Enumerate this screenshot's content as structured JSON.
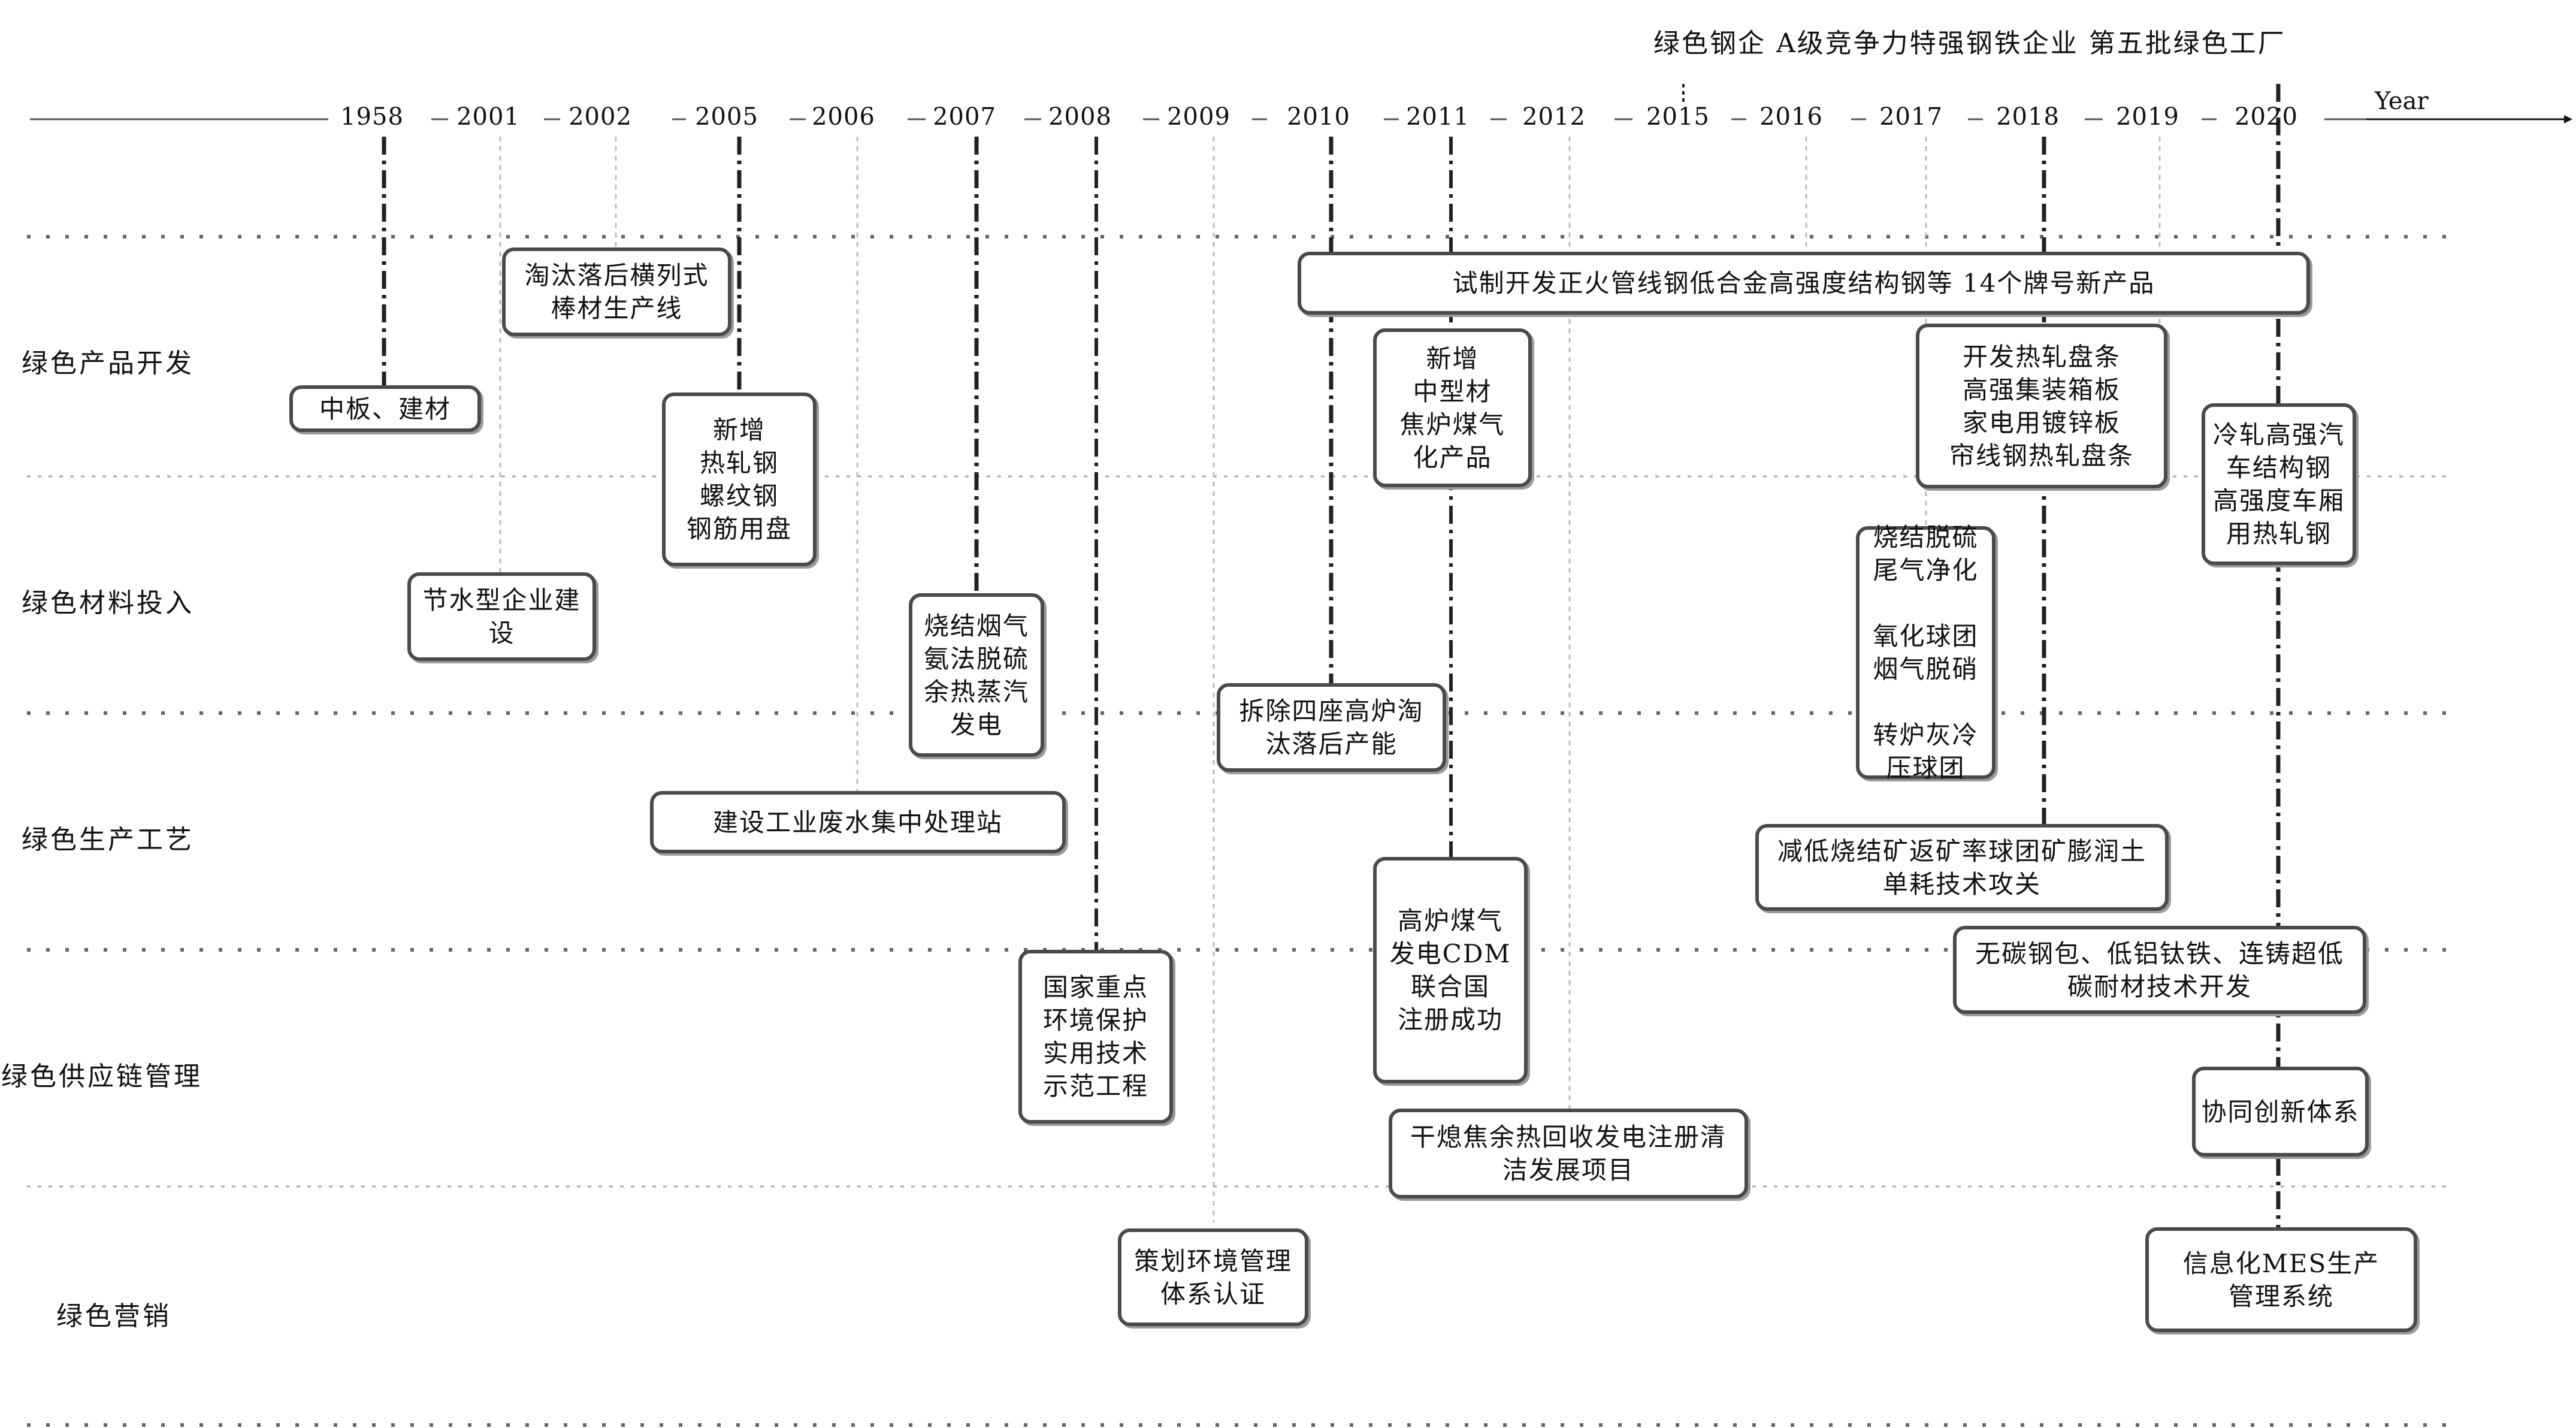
{
  "title": "绿色钢企 A级竞争力特强钢铁企业 第五批绿色工厂",
  "axis_label": "Year",
  "years": [
    "1958",
    "2001",
    "2002",
    "2005",
    "2006",
    "2007",
    "2008",
    "2009",
    "2010",
    "2011",
    "2012",
    "2015",
    "2016",
    "2017",
    "2018",
    "2019",
    "2020"
  ],
  "categories": [
    "绿色产品开发",
    "绿色材料投入",
    "绿色生产工艺",
    "绿色供应链管理",
    "绿色营销"
  ],
  "boxes": [
    {
      "year": "1958",
      "text": "中板、建材"
    },
    {
      "year": "2002",
      "text": "淘汰落后横列式\n棒材生产线"
    },
    {
      "year": "2005",
      "text": "新增\n热轧钢\n螺纹钢\n钢筋用盘"
    },
    {
      "year": "2001",
      "text": "节水型企业建\n设"
    },
    {
      "year": "2007",
      "text": "烧结烟气\n氨法脱硫\n余热蒸汽\n发电"
    },
    {
      "year": "2006",
      "text": "建设工业废水集中处理站"
    },
    {
      "year": "2008",
      "text": "国家重点\n环境保护\n实用技术\n示范工程"
    },
    {
      "year": "2009",
      "text": "策划环境管理\n体系认证"
    },
    {
      "year": "2010",
      "text": "拆除四座高炉淘\n汰落后产能"
    },
    {
      "year": "2011",
      "text": "新增\n中型材\n焦炉煤气\n化产品"
    },
    {
      "year": "2011",
      "text": "高炉煤气\n发电CDM\n联合国\n注册成功"
    },
    {
      "year": "2012",
      "text": "干熄焦余热回收发电注册清\n洁发展项目"
    },
    {
      "year": "2010-2020",
      "text": "试制开发正火管线钢低合金高强度结构钢等 14个牌号新产品"
    },
    {
      "year": "2018",
      "text": "开发热轧盘条\n高强集装箱板\n家电用镀锌板\n帘线钢热轧盘条"
    },
    {
      "year": "2017",
      "text": "烧结脱硫\n尾气净化\n\n氧化球团\n烟气脱硝\n\n转炉灰冷\n压球团"
    },
    {
      "year": "2018",
      "text": "减低烧结矿返矿率球团矿膨润土\n单耗技术攻关"
    },
    {
      "year": "2020",
      "text": "冷轧高强汽\n车结构钢\n高强度车厢\n用热轧钢"
    },
    {
      "year": "2020",
      "text": "无碳钢包、低铝钛铁、连铸超低\n碳耐材技术开发"
    },
    {
      "year": "2020",
      "text": "协同创新体系"
    },
    {
      "year": "2020",
      "text": "信息化MES生产\n管理系统"
    }
  ]
}
